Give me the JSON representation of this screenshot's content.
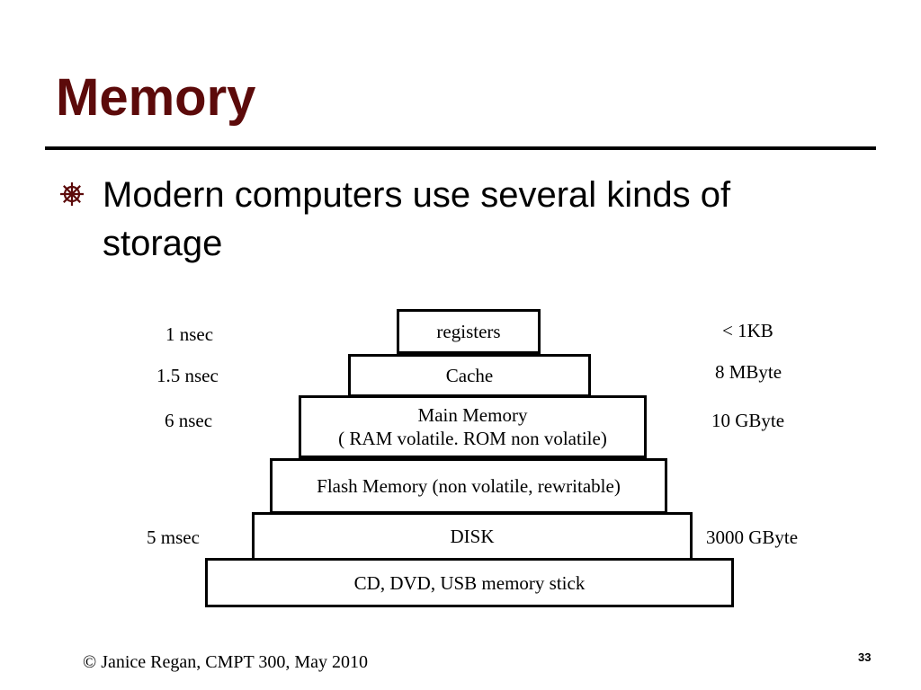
{
  "slide": {
    "title": "Memory",
    "bullet": {
      "icon": "ship-wheel-icon",
      "text": "Modern computers use several kinds of storage"
    },
    "pyramid": [
      {
        "label": "registers",
        "speed": "1 nsec",
        "size": "< 1KB"
      },
      {
        "label": "Cache",
        "speed": "1.5 nsec",
        "size": "8 MByte"
      },
      {
        "label_line1": "Main Memory",
        "label_line2": "( RAM  volatile. ROM  non volatile)",
        "speed": "6 nsec",
        "size": "10 GByte"
      },
      {
        "label": "Flash Memory (non volatile, rewritable)"
      },
      {
        "label": "DISK",
        "speed": "5 msec",
        "size": "3000 GByte"
      },
      {
        "label": "CD, DVD, USB memory stick"
      }
    ],
    "footer": "© Janice Regan, CMPT 300, May 2010",
    "page_number": "33",
    "colors": {
      "title": "#5c0a0a",
      "bullet_icon": "#5c0a0a"
    }
  }
}
